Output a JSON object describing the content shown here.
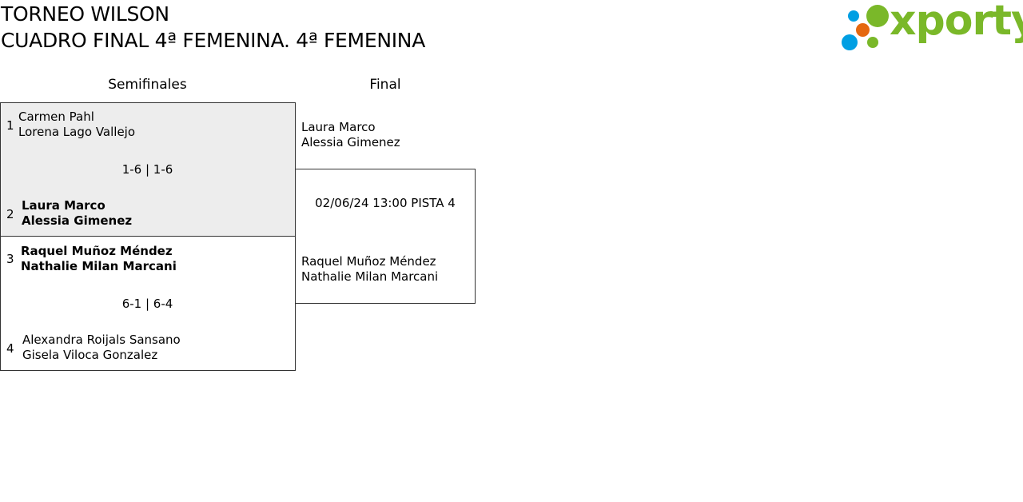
{
  "header": {
    "title_line1": "TORNEO WILSON",
    "title_line2": "CUADRO FINAL 4ª FEMENINA. 4ª FEMENINA"
  },
  "logo": {
    "text": "xporty",
    "colors": {
      "green": "#7ab829",
      "blue": "#009fe3",
      "orange": "#e5680f"
    }
  },
  "rounds": [
    {
      "label": "Semifinales"
    },
    {
      "label": "Final"
    }
  ],
  "semifinals": [
    {
      "score": "1-6 | 1-6",
      "teams": [
        {
          "seed": "1",
          "players": [
            "Carmen Pahl",
            "Lorena Lago Vallejo"
          ],
          "winner": false
        },
        {
          "seed": "2",
          "players": [
            "Laura Marco",
            "Alessia Gimenez"
          ],
          "winner": true
        }
      ]
    },
    {
      "score": "6-1 | 6-4",
      "teams": [
        {
          "seed": "3",
          "players": [
            "Raquel Muñoz Méndez",
            "Nathalie Milan Marcani"
          ],
          "winner": true
        },
        {
          "seed": "4",
          "players": [
            "Alexandra Roijals Sansano",
            "Gisela Viloca Gonzalez"
          ],
          "winner": false
        }
      ]
    }
  ],
  "final": {
    "schedule": "02/06/24 13:00 PISTA 4",
    "teams": [
      {
        "players": [
          "Laura Marco",
          "Alessia Gimenez"
        ]
      },
      {
        "players": [
          "Raquel Muñoz Méndez",
          "Nathalie Milan Marcani"
        ]
      }
    ]
  }
}
